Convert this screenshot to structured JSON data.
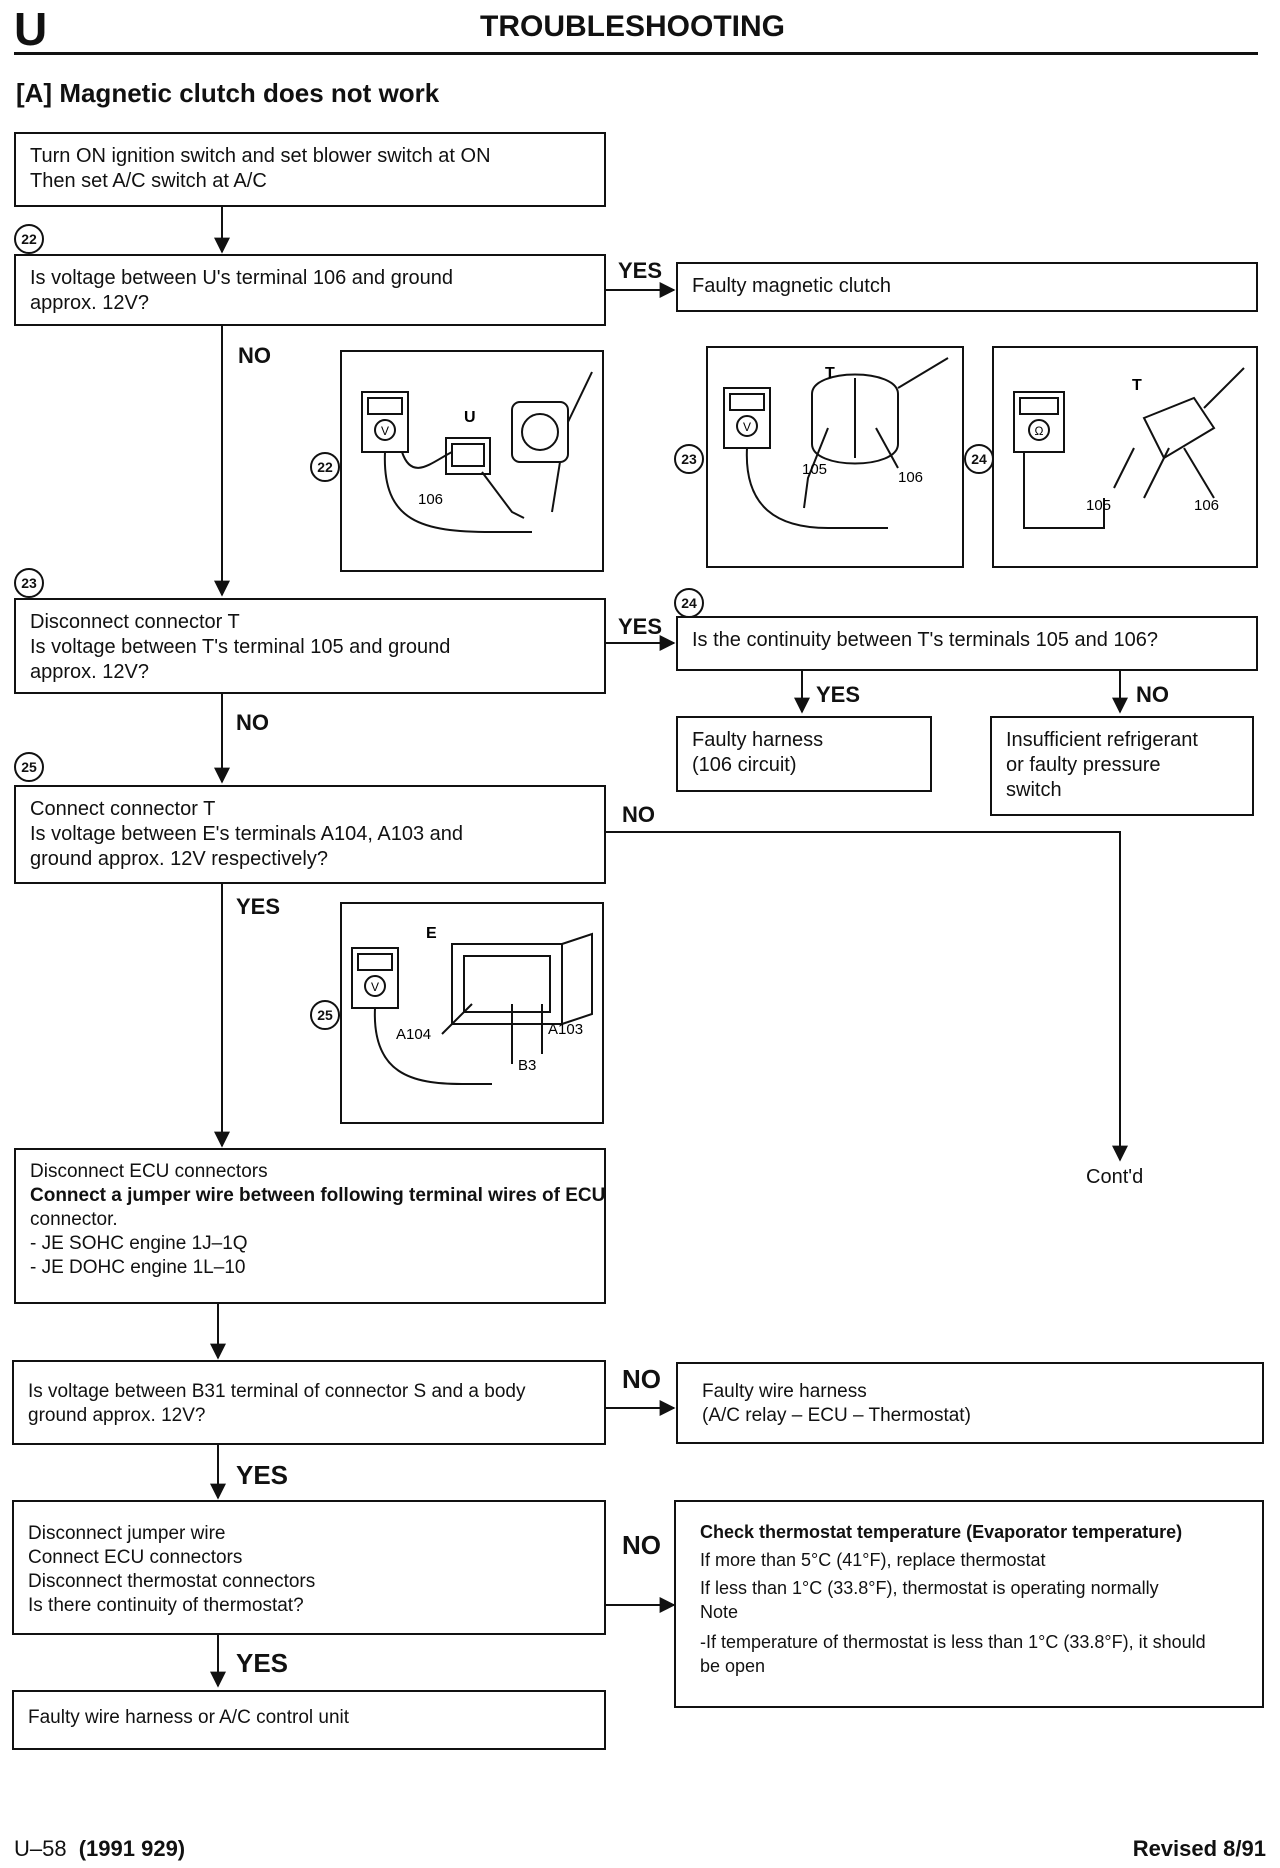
{
  "header": {
    "section_letter": "U",
    "title": "TROUBLESHOOTING"
  },
  "subtitle": "[A] Magnetic clutch does not work",
  "steps": {
    "s22": "22",
    "s23": "23",
    "s24": "24",
    "s25": "25"
  },
  "boxes": {
    "start": [
      "Turn ON ignition switch and set blower switch at ON",
      "Then set A/C switch at A/C"
    ],
    "q22": [
      "Is voltage between U's terminal 106 and ground",
      "approx. 12V?"
    ],
    "r22_yes": [
      "Faulty magnetic clutch"
    ],
    "q23": [
      "Disconnect connector T",
      "Is voltage between T's terminal 105 and ground",
      "approx. 12V?"
    ],
    "q24": [
      "Is the continuity between T's terminals 105 and 106?"
    ],
    "r24_yes": [
      "Faulty harness",
      "(106 circuit)"
    ],
    "r24_no": [
      "Insufficient refrigerant",
      "or faulty pressure",
      "switch"
    ],
    "q25": [
      "Connect connector T",
      "Is voltage between E's terminals A104, A103 and",
      "ground approx. 12V respectively?"
    ],
    "ecu": [
      "Disconnect ECU connectors",
      "Connect a jumper wire between following terminal wires of ECU",
      "connector.",
      "- JE SOHC engine 1J–1Q",
      "- JE DOHC engine 1L–10"
    ],
    "qb31": [
      "Is voltage between B31 terminal of connector S and a body",
      "ground approx. 12V?"
    ],
    "rb31_no": [
      "Faulty wire harness",
      "(A/C relay – ECU – Thermostat)"
    ],
    "qthermo": [
      "Disconnect jumper wire",
      "Connect ECU connectors",
      "Disconnect thermostat connectors",
      "Is there continuity of thermostat?"
    ],
    "rthermo_no": [
      "Check thermostat temperature (Evaporator temperature)",
      "If more than 5°C (41°F), replace thermostat",
      "If less than 1°C (33.8°F), thermostat is operating normally",
      "Note",
      "-If temperature of thermostat is less than 1°C (33.8°F), it should",
      "be open"
    ],
    "final": [
      "Faulty wire harness or A/C control unit"
    ]
  },
  "labels": {
    "yes": "YES",
    "no": "NO",
    "contd": "Cont'd"
  },
  "figures": {
    "fig22": {
      "connector": "U",
      "terminal": "106",
      "meter": "V"
    },
    "fig23": {
      "connector": "T",
      "terminals": [
        "105",
        "106"
      ],
      "meter": "V"
    },
    "fig24": {
      "connector": "T",
      "terminals": [
        "105",
        "106"
      ],
      "meter": "Ω"
    },
    "fig25": {
      "connector": "E",
      "terminals": [
        "A104",
        "A103",
        "B3"
      ],
      "meter": "V"
    }
  },
  "footer": {
    "page": "U–58",
    "model": "(1991 929)",
    "revision": "Revised 8/91"
  }
}
